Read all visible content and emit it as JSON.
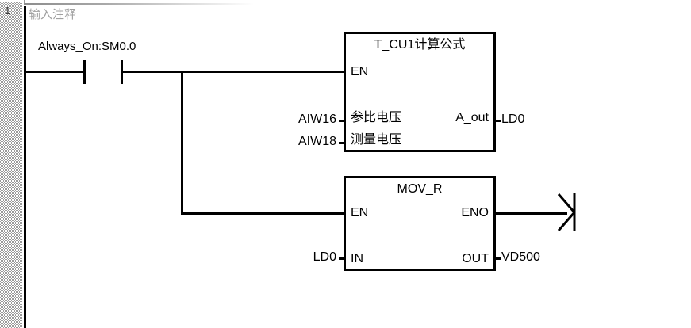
{
  "editor": {
    "rung_number": "1",
    "comment": "输入注释",
    "colors": {
      "wire": "#000000",
      "comment_text": "#a0a0a0",
      "gutter": "#9a9a9a",
      "background": "#ffffff"
    }
  },
  "network": {
    "contact": {
      "label": "Always_On:SM0.0",
      "type": "normally-open-contact"
    },
    "blocks": [
      {
        "title": "T_CU1计算公式",
        "inputs": [
          {
            "pin": "EN",
            "operand": ""
          },
          {
            "pin": "参比电压",
            "operand": "AIW16"
          },
          {
            "pin": "测量电压",
            "operand": "AIW18"
          }
        ],
        "outputs": [
          {
            "pin": "A_out",
            "operand": "LD0"
          }
        ]
      },
      {
        "title": "MOV_R",
        "inputs": [
          {
            "pin": "EN",
            "operand": ""
          },
          {
            "pin": "IN",
            "operand": "LD0"
          }
        ],
        "outputs": [
          {
            "pin": "ENO",
            "operand": ""
          },
          {
            "pin": "OUT",
            "operand": "VD500"
          }
        ]
      }
    ],
    "terminator": {
      "name": "flow-continuation-arrow"
    }
  }
}
